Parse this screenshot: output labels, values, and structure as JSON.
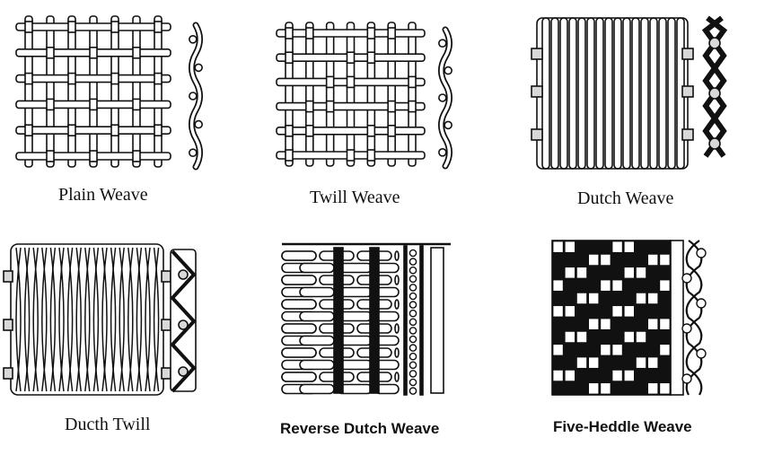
{
  "weaves": [
    {
      "id": "plain",
      "caption": "Plain Weave"
    },
    {
      "id": "twill",
      "caption": "Twill Weave"
    },
    {
      "id": "dutch",
      "caption": "Dutch Weave"
    },
    {
      "id": "dutch-twill",
      "caption": "Ducth Twill"
    },
    {
      "id": "reverse-dutch",
      "caption": "Reverse Dutch Weave"
    },
    {
      "id": "five-heddle",
      "caption": "Five-Heddle Weave"
    }
  ],
  "colors": {
    "ink": "#111111",
    "paper": "#ffffff",
    "shade": "#d8d8d8"
  }
}
